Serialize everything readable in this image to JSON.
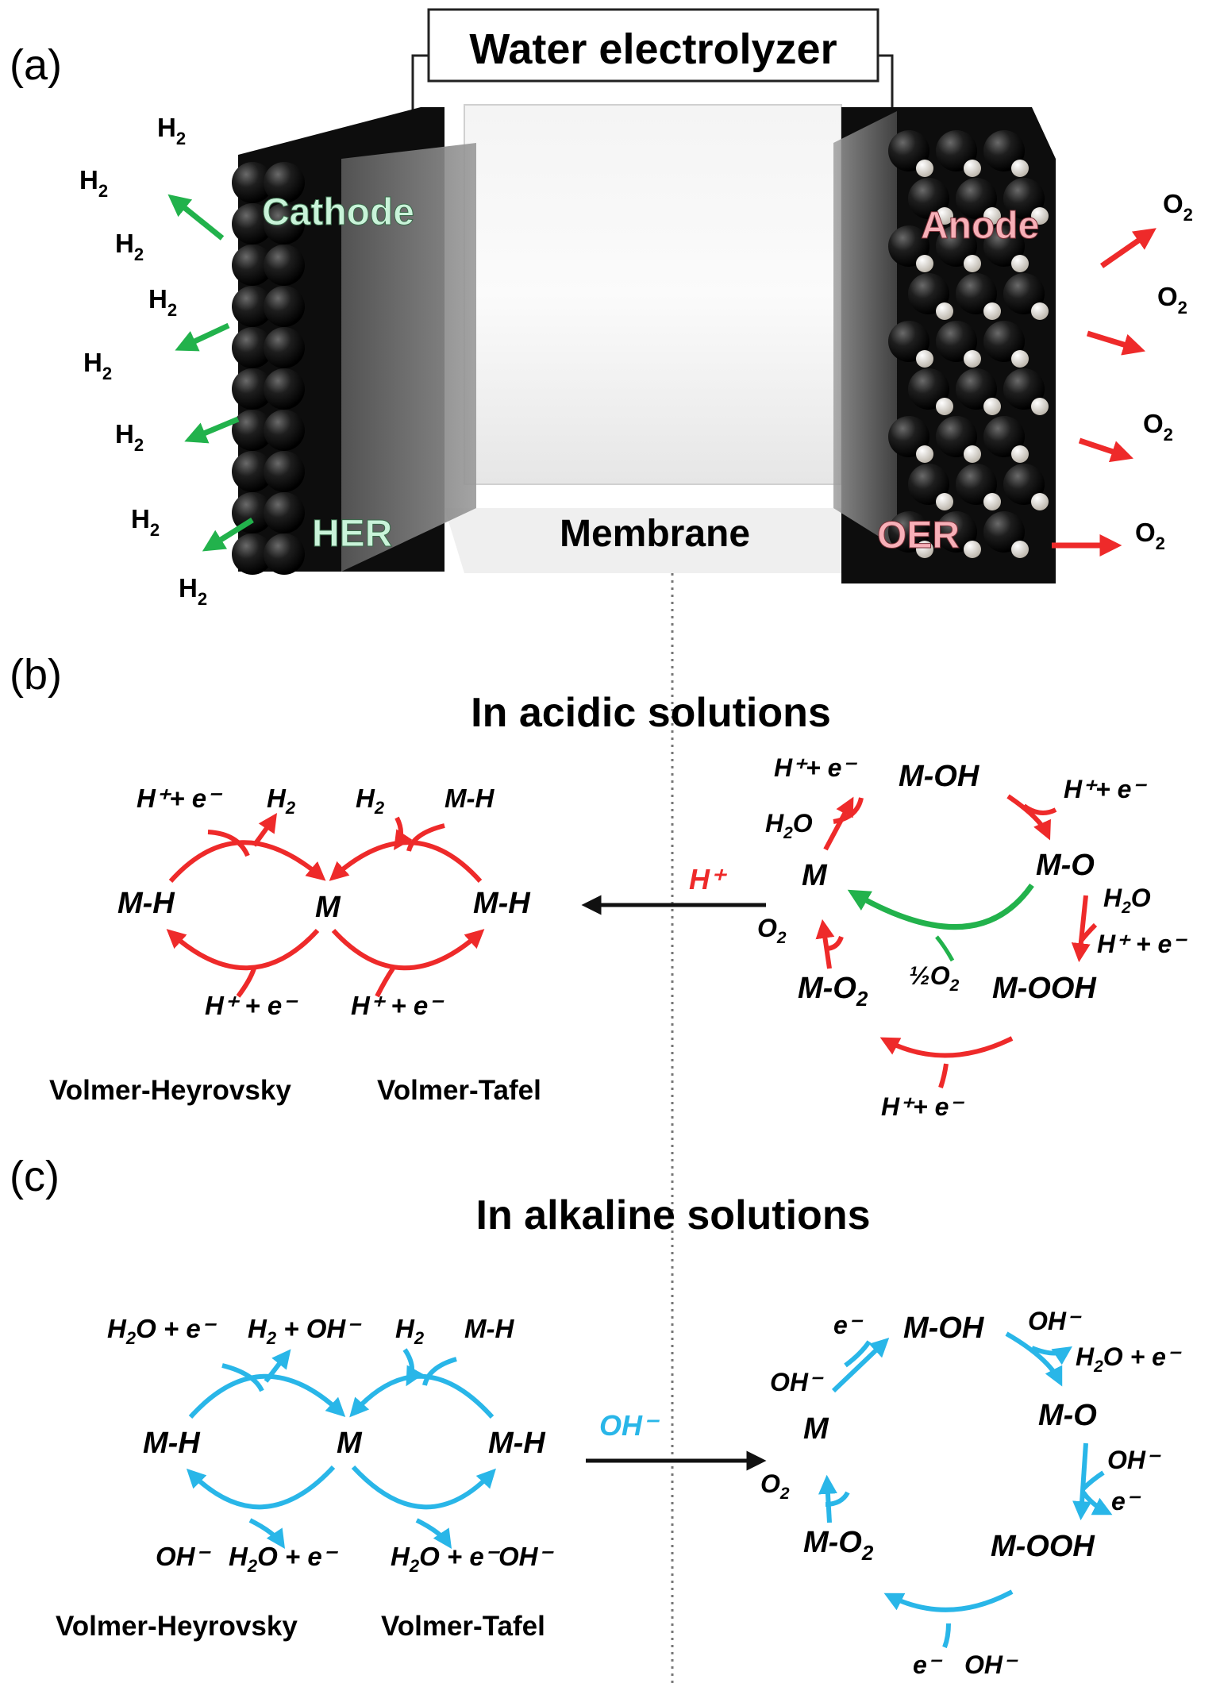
{
  "colors": {
    "red": "#ee2a2a",
    "green": "#22b24c",
    "blue": "#29b6e8",
    "black": "#111111",
    "cathode_label": "#c9f3d9",
    "anode_label": "#f7b0b8"
  },
  "panel_a": {
    "label": "(a)",
    "title": "Water electrolyzer",
    "cathode": "Cathode",
    "anode": "Anode",
    "her": "HER",
    "oer": "OER",
    "membrane": "Membrane",
    "h2": "H",
    "h2_sub": "2",
    "o2": "O",
    "o2_sub": "2"
  },
  "panel_b": {
    "label": "(b)",
    "title": "In acidic solutions",
    "her": {
      "m": "M",
      "mh_left": "M-H",
      "mh_right": "M-H",
      "top_left": "H⁺+ e⁻",
      "top_mid_h": "H",
      "top_mid_sub": "2",
      "top_right_h": "H",
      "top_right_sub": "2",
      "top_far": "M-H",
      "bottom_left": "H⁺ + e⁻",
      "bottom_right": "H⁺ + e⁻",
      "name_left": "Volmer-Heyrovsky",
      "name_right": "Volmer-Tafel"
    },
    "transfer": "H⁺",
    "oer": {
      "m": "M",
      "moh": "M-OH",
      "mo": "M-O",
      "mooh": "M-OOH",
      "mo2": "M-O",
      "mo2_sub": "2",
      "h_e_top_left": "H⁺+ e⁻",
      "h2o_left_h": "H",
      "h2o_left_rest": "O",
      "h2o_left_sub": "2",
      "h_e_top_right": "H⁺+ e⁻",
      "h2o_right_h": "H",
      "h2o_right_sub": "2",
      "h2o_right_rest": "O",
      "h_e_right": "H⁺ + e⁻",
      "h_e_bottom": "H⁺+ e⁻",
      "o2": "O",
      "o2_sub": "2",
      "half_o2": "½O",
      "half_o2_sub": "2"
    }
  },
  "panel_c": {
    "label": "(c)",
    "title": "In alkaline solutions",
    "her": {
      "m": "M",
      "mh_left": "M-H",
      "mh_right": "M-H",
      "top_left_h": "H",
      "top_left_sub": "2",
      "top_left_rest": "O + e⁻",
      "top_mid_h": "H",
      "top_mid_sub": "2",
      "top_mid_rest": " + OH⁻",
      "top_right_h": "H",
      "top_right_sub": "2",
      "top_far": "M-H",
      "bottom_oh_left": "OH⁻",
      "bottom_h2o_left_h": "H",
      "bottom_h2o_left_sub": "2",
      "bottom_h2o_left_rest": "O + e⁻",
      "bottom_h2o_right_h": "H",
      "bottom_h2o_right_sub": "2",
      "bottom_h2o_right_rest": "O + e⁻",
      "bottom_oh_right": "OH⁻",
      "name_left": "Volmer-Heyrovsky",
      "name_right": "Volmer-Tafel"
    },
    "transfer": "OH⁻",
    "oer": {
      "m": "M",
      "moh": "M-OH",
      "mo": "M-O",
      "mooh": "M-OOH",
      "mo2": "M-O",
      "mo2_sub": "2",
      "e_top": "e⁻",
      "oh_left": "OH⁻",
      "oh_top_right": "OH⁻",
      "h2o_e_h": "H",
      "h2o_e_sub": "2",
      "h2o_e_rest": "O + e⁻",
      "oh_right": "OH⁻",
      "e_right": "e⁻",
      "e_bottom": "e⁻",
      "oh_bottom": "OH⁻",
      "o2": "O",
      "o2_sub": "2"
    }
  }
}
